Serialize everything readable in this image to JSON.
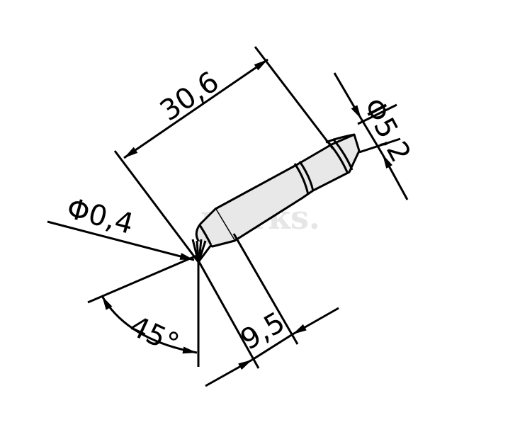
{
  "drawing": {
    "subject": "soldering tip technical drawing",
    "watermark": "werks.",
    "colors": {
      "line": "#000000",
      "body_fill": "#e8e8e8",
      "watermark": "#e6e6e6",
      "background": "#ffffff"
    },
    "dimensions": {
      "overall_length": "30,6",
      "shank_diameter": "Φ5,2",
      "tip_diameter": "Φ0,4",
      "tip_angle": "45°",
      "tip_length": "9,5"
    }
  }
}
